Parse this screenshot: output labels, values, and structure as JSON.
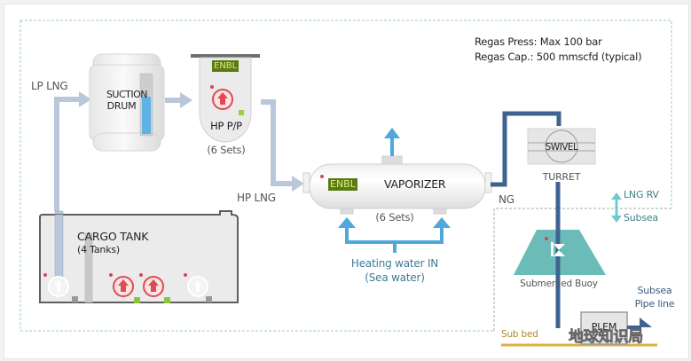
{
  "diagram": {
    "specs": {
      "line1": "Regas Press: Max 100 bar",
      "line2": "Regas Cap.: 500 mmscfd (typical)"
    },
    "streams": {
      "lp_lng": "LP LNG",
      "hp_lng": "HP LNG",
      "ng": "NG",
      "heating_water_line1": "Heating water IN",
      "heating_water_line2": "(Sea water)",
      "subsea_pipe_line1": "Subsea",
      "subsea_pipe_line2": "Pipe line"
    },
    "equipment": {
      "suction_drum_line1": "SUCTION",
      "suction_drum_line2": "DRUM",
      "hp_pump": "HP P/P",
      "hp_pump_sets": "(6 Sets)",
      "hp_pump_status": "ENBL",
      "vaporizer": "VAPORIZER",
      "vaporizer_sets": "(6 Sets)",
      "vaporizer_status": "ENBL",
      "swivel": "SWIVEL",
      "turret": "TURRET",
      "cargo_tank": "CARGO TANK",
      "cargo_tank_count": "(4 Tanks)",
      "submerged_buoy": "Submerged Buoy",
      "plem": "PLEM"
    },
    "zones": {
      "lng_rv": "LNG RV",
      "subsea": "Subsea",
      "sub_bed": "Sub bed"
    },
    "watermark": "地球知识局",
    "colors": {
      "lng_pipe": "#b8c8da",
      "ng_pipe": "#3e6390",
      "water_arrow": "#4ea8dc",
      "enbl_bg": "#5b7a14",
      "pump_active": "#e04a50",
      "buoy": "#6bbcb8",
      "sub_bed": "#e0b040",
      "zone_border": "#8ec4c8"
    }
  }
}
